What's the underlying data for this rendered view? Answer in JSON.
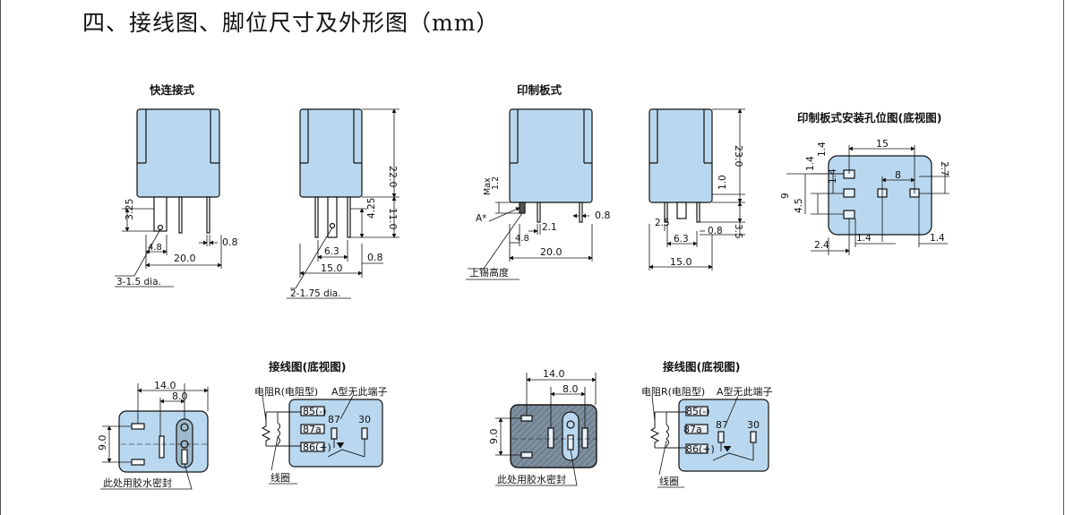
{
  "page": {
    "title": "四、接线图、脚位尺寸及外形图（mm）"
  },
  "sections": {
    "quick_connect": "快连接式",
    "pcb": "印制板式",
    "pcb_holes": "印制板式安装孔位图(底视图)",
    "wiring_1": "接线图(底视图)",
    "wiring_2": "接线图(底视图)"
  },
  "dims": {
    "d3_25": "3.25",
    "d4_8a": "4.8",
    "d20_0a": "20.0",
    "d3_1_5dia": "3-1.5 dia.",
    "d0_8a": "0.8",
    "d22_0": "22.0",
    "d4_25": "4.25",
    "d11_0": "11.0",
    "d6_3a": "6.3",
    "d15_0a": "15.0",
    "d0_8b": "0.8",
    "d2_1_75dia": "2-1.75 dia.",
    "dMax": "Max",
    "d1_2": "1.2",
    "dAstar": "A*",
    "d2_1": "2.1",
    "d0_8c": "0.8",
    "d4_8b": "4.8",
    "d20_0b": "20.0",
    "solder_height": "上锡高度",
    "d23_0": "23.0",
    "d1_0": "1.0",
    "d2_5": "2.5",
    "d6_3b": "6.3",
    "d0_8d": "0.8",
    "d3_5": "3.5",
    "d15_0b": "15.0",
    "h15": "15",
    "h8": "8",
    "h1_4a": "1.4",
    "h1_4b": "1.4",
    "h1_4c": "1.4",
    "h1_4d": "1.4",
    "h1_4e": "1.4",
    "h2_7": "2.7",
    "h9": "9",
    "h4_5": "4.5",
    "h2_4": "2.4",
    "b14_0a": "14.0",
    "b8_0a": "8.0",
    "b9_0a": "9.0",
    "seal_a": "此处用胶水密封",
    "b14_0b": "14.0",
    "b8_0b": "8.0",
    "b9_0b": "9.0",
    "seal_b": "此处用胶水密封"
  },
  "wiring": {
    "resistor_a": "电阻R(电阻型)",
    "no_terminal_a": "A型无此端子",
    "coil_a": "线圈",
    "t85_a": "85(-)",
    "t87a_a": "87a",
    "t86_a": "86(+)",
    "t87_a": "87",
    "t30_a": "30",
    "resistor_b": "电阻R(电阻型)",
    "no_terminal_b": "A型无此端子",
    "coil_b": "线圈",
    "t85_b": "85(-)",
    "t87a_b": "87a",
    "t86_b": "86(+)",
    "t87_b": "87",
    "t30_b": "30"
  },
  "colors": {
    "relay_body": "#b9d8ef",
    "relay_body_dark": "#7c8fa0",
    "line": "#111111"
  }
}
